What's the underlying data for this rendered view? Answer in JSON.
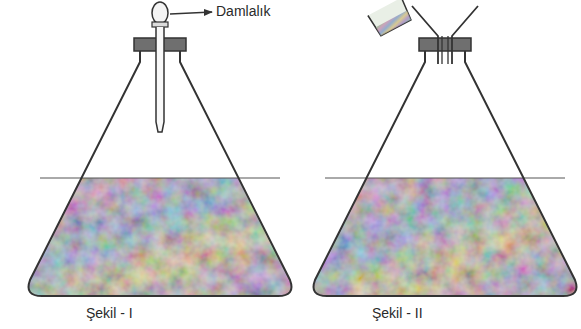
{
  "diagram": {
    "labels": [
      "Damlalık",
      "Şekil - I",
      "Şekil - II"
    ]
  }
}
